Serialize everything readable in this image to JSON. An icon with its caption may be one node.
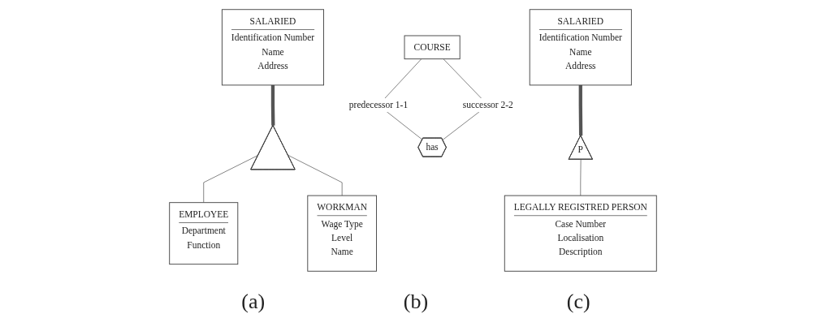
{
  "diagram": {
    "nodes": [
      {
        "text": [
          "SALARIED",
          "Identification Number",
          "Name",
          "Address"
        ]
      },
      {
        "text": [],
        "shape": "triangle"
      },
      {
        "text": [
          "EMPLOYEE",
          "Department",
          "Function"
        ]
      },
      {
        "text": [
          "WORKMAN",
          "Wage Type",
          "Level",
          "Name"
        ]
      },
      {
        "text": [
          "COURSE"
        ]
      },
      {
        "text": [
          "has"
        ]
      },
      {
        "text": [
          "SALARIED",
          "Identification Number",
          "Name",
          "Address"
        ]
      },
      {
        "text": [
          "P"
        ]
      },
      {
        "text": [
          "LEGALLY REGISTRED PERSON",
          "Case Number",
          "Localisation",
          "Description"
        ]
      }
    ],
    "edges": [
      {
        "from": 0,
        "to": 1,
        "arrow": "none",
        "style": "thick"
      },
      {
        "from": 1,
        "to": 2,
        "arrow": "none"
      },
      {
        "from": 1,
        "to": 3,
        "arrow": "none"
      },
      {
        "from": 4,
        "to": 5,
        "arrow": "none",
        "label": "predecessor 1-1"
      },
      {
        "from": 4,
        "to": 5,
        "arrow": "none",
        "label": "successor 2-2"
      },
      {
        "from": 6,
        "to": 7,
        "arrow": "none",
        "style": "thick"
      },
      {
        "from": 7,
        "to": 8,
        "arrow": "none"
      }
    ],
    "labels": [
      "(a)",
      "(b)",
      "(c)"
    ]
  }
}
